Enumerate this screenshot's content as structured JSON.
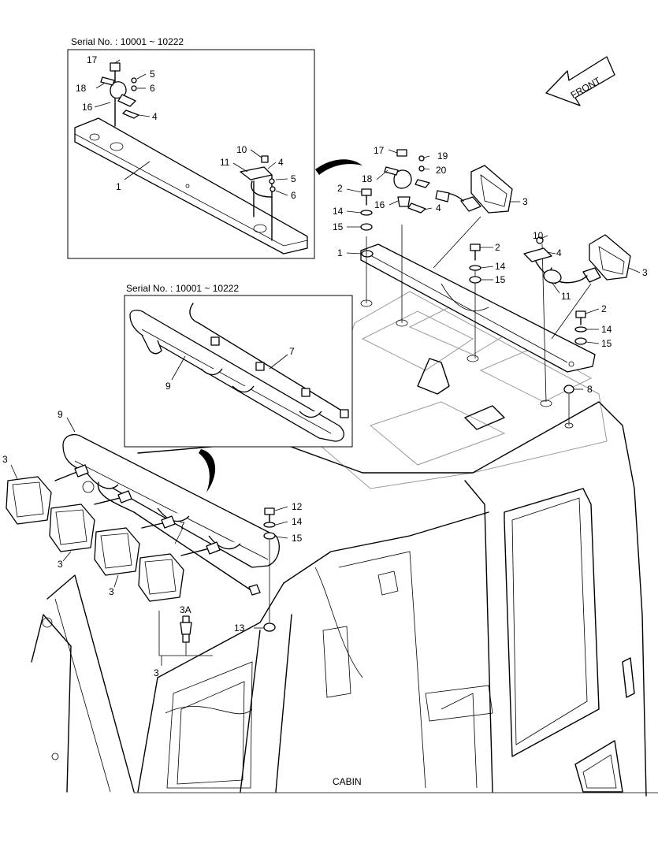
{
  "inset_top": {
    "serial": "Serial No. : 10001 ~ 10222"
  },
  "inset_mid": {
    "serial": "Serial No. : 10001 ~ 10222"
  },
  "front_arrow": {
    "label": "FRONT"
  },
  "caption": "CABIN",
  "callouts": {
    "c1": "1",
    "c2": "2",
    "c3": "3",
    "c3a": "3A",
    "c4": "4",
    "c5": "5",
    "c6": "6",
    "c7": "7",
    "c8": "8",
    "c9": "9",
    "c10": "10",
    "c11": "11",
    "c12": "12",
    "c13": "13",
    "c14": "14",
    "c15": "15",
    "c16": "16",
    "c17": "17",
    "c18": "18",
    "c19": "19",
    "c20": "20"
  }
}
